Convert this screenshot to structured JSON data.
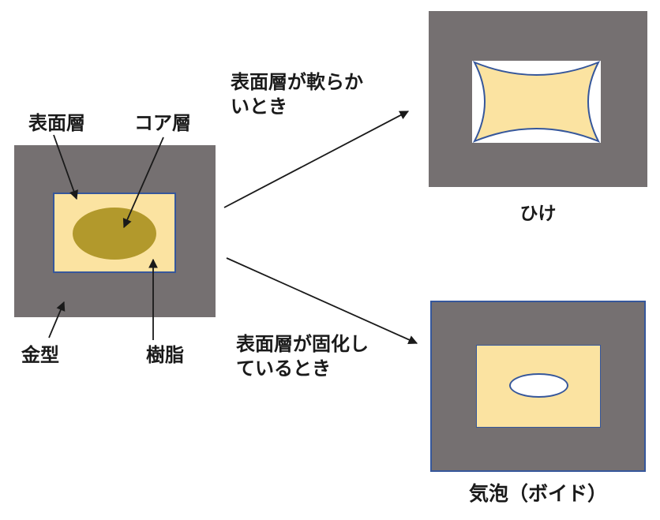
{
  "colors": {
    "mold_gray": "#757071",
    "resin_cream": "#FBE3A1",
    "core_olive": "#B2992C",
    "outline_blue": "#36579B",
    "ink": "#1A1A1A",
    "bg": "#FFFFFF"
  },
  "left_diagram": {
    "labels": {
      "surface_layer": "表面層",
      "core_layer": "コア層",
      "mold": "金型",
      "resin": "樹脂"
    }
  },
  "flow": {
    "top_condition": {
      "line1": "表面層が軟らか",
      "line2": "いとき"
    },
    "bottom_condition": {
      "line1": "表面層が固化し",
      "line2": "ているとき"
    }
  },
  "results": {
    "sink_mark": "ひけ",
    "void": "気泡（ボイド）"
  }
}
